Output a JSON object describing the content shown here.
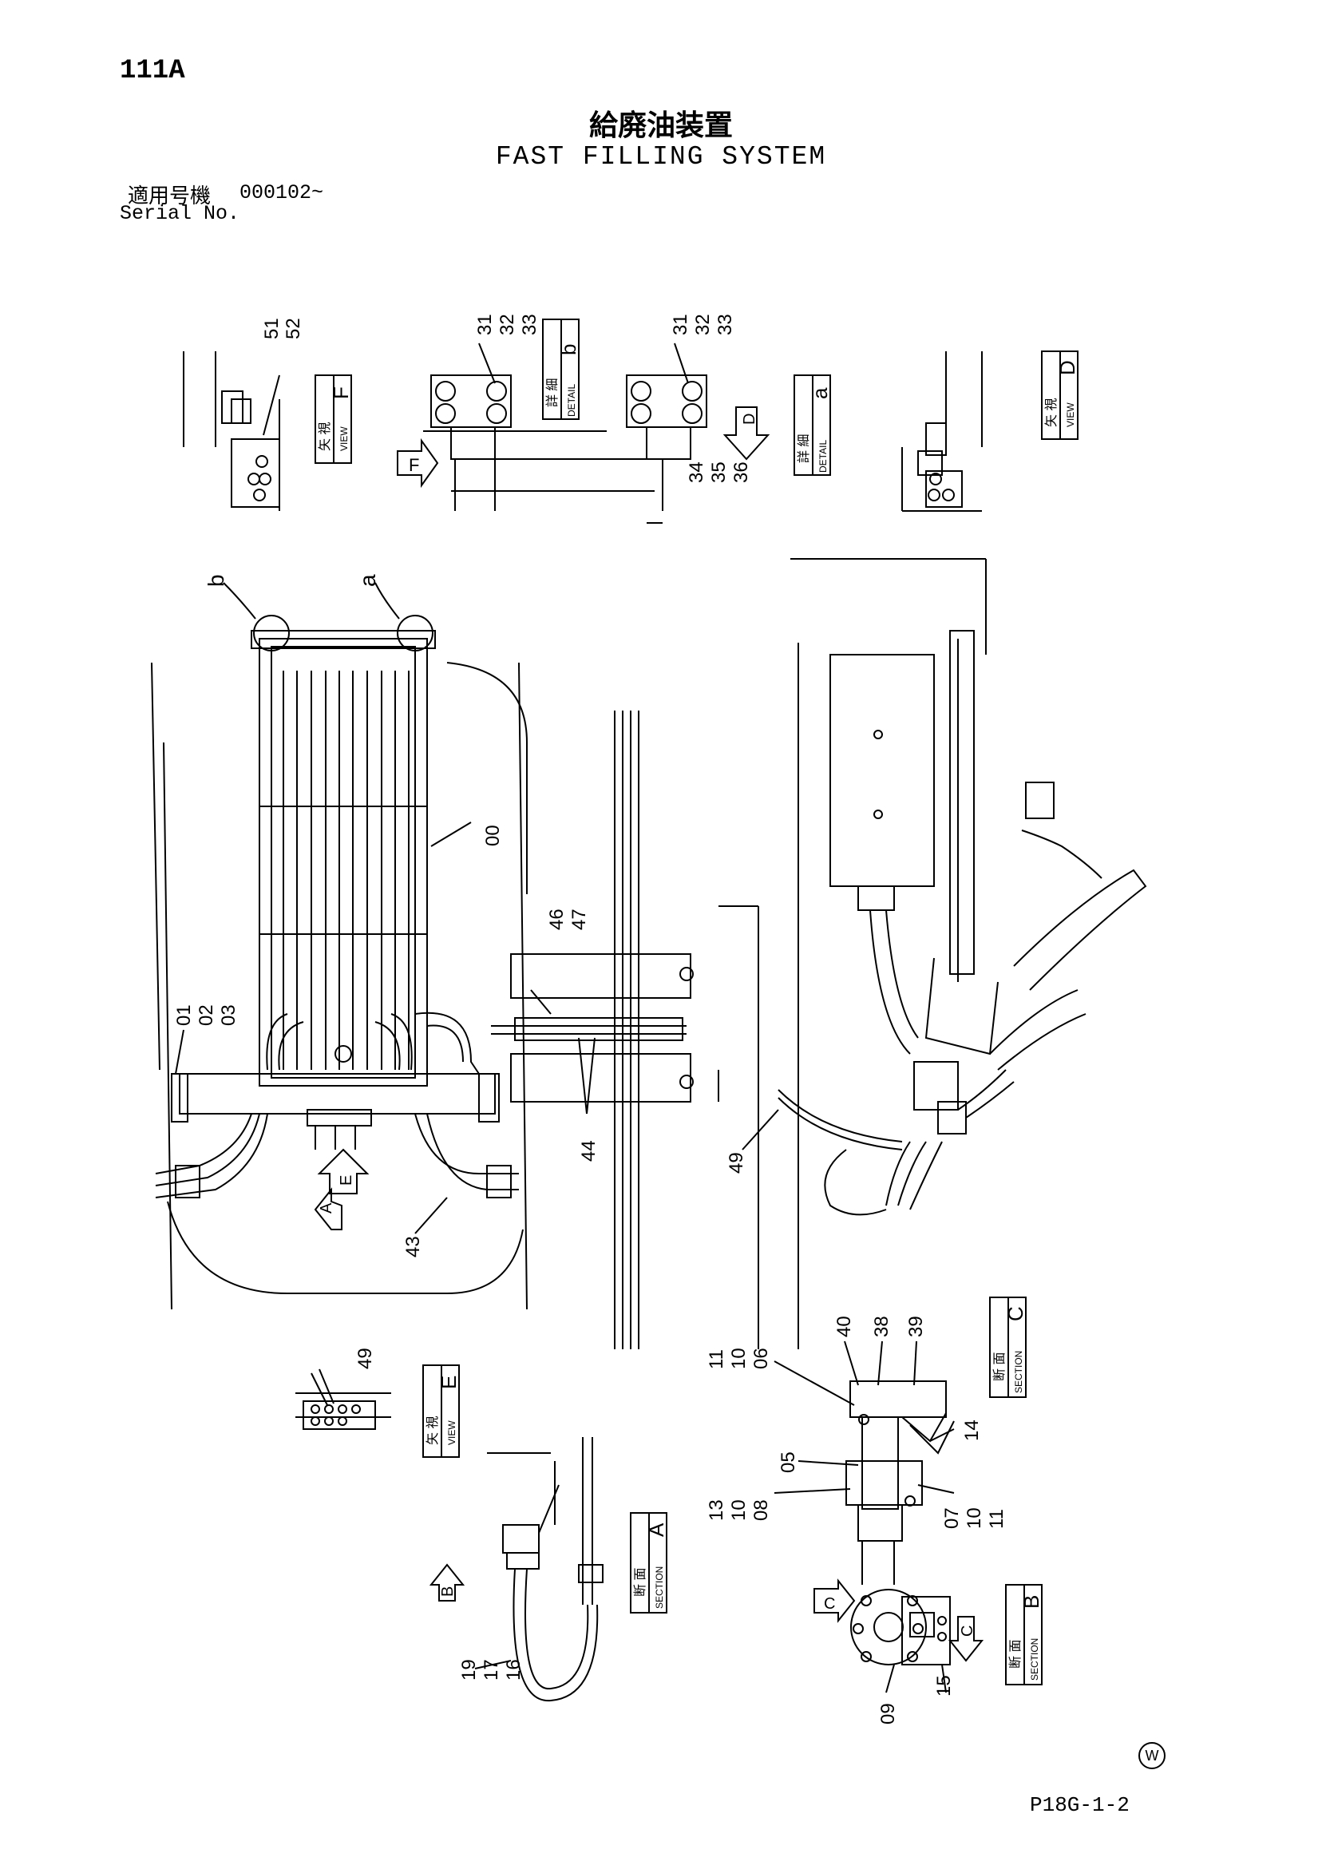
{
  "header": {
    "page_code": "111A",
    "title_jp": "給廃油装置",
    "title_en": "FAST FILLING SYSTEM",
    "serial_label_jp": "適用号機",
    "serial_value": "000102~",
    "serial_label_en": "Serial No."
  },
  "views": {
    "F": {
      "jp": "矢 視",
      "en": "VIEW",
      "letter": "F"
    },
    "D": {
      "jp": "矢 視",
      "en": "VIEW",
      "letter": "D"
    },
    "E": {
      "jp": "矢 視",
      "en": "VIEW",
      "letter": "E"
    },
    "b": {
      "jp": "詳 細",
      "en": "DETAIL",
      "letter": "b"
    },
    "a": {
      "jp": "詳 細",
      "en": "DETAIL",
      "letter": "a"
    },
    "C": {
      "jp": "断 面",
      "en": "SECTION",
      "letter": "C"
    },
    "A": {
      "jp": "断 面",
      "en": "SECTION",
      "letter": "A"
    },
    "B": {
      "jp": "断 面",
      "en": "SECTION",
      "letter": "B"
    }
  },
  "arrows": {
    "F": "F",
    "D": "D",
    "A": "A",
    "E": "E",
    "B": "B",
    "C1": "C",
    "C2": "C"
  },
  "callouts": {
    "c51": "51",
    "c52": "52",
    "c31a": "31",
    "c32a": "32",
    "c33a": "33",
    "c31b": "31",
    "c32b": "32",
    "c33b": "33",
    "c34": "34",
    "c35": "35",
    "c36": "36",
    "ca": "a",
    "cb": "b",
    "c00": "00",
    "c01": "01",
    "c02": "02",
    "c03": "03",
    "c46": "46",
    "c47": "47",
    "c44": "44",
    "c43": "43",
    "c49a": "49",
    "c49b": "49",
    "c11a": "11",
    "c10a": "10",
    "c06": "06",
    "c40": "40",
    "c38": "38",
    "c39": "39",
    "c14": "14",
    "c05": "05",
    "c13": "13",
    "c10b": "10",
    "c08": "08",
    "c07": "07",
    "c10c": "10",
    "c11b": "11",
    "c19": "19",
    "c17": "17",
    "c16": "16",
    "c09": "09",
    "c15": "15"
  },
  "footer": {
    "w_mark": "W",
    "sheet_code": "P18G-1-2"
  }
}
